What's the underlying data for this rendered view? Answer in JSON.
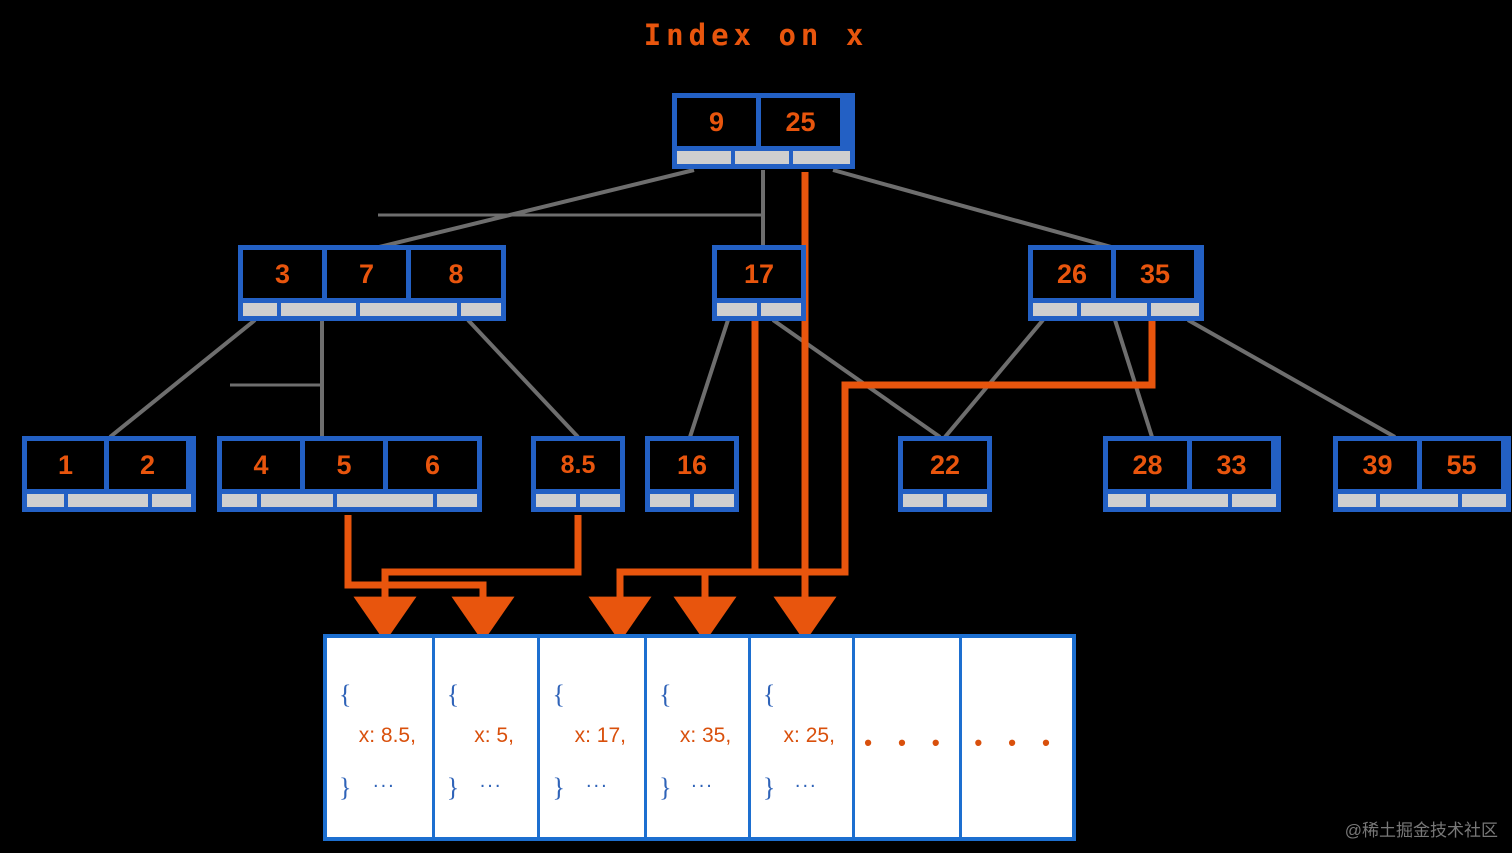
{
  "title": "Index on x",
  "colors": {
    "background": "#000000",
    "node_fill": "#2360c4",
    "key_text": "#e8550d",
    "pointer_slot": "#cfcfcf",
    "edge": "#6e6e6e",
    "highlight": "#e8550d",
    "doc_border": "#1d6fd0",
    "doc_fill": "#ffffff",
    "doc_value": "#d9500c",
    "doc_brace": "#2f63b8"
  },
  "tree": {
    "root": {
      "id": "root",
      "keys": [
        "9",
        "25"
      ],
      "pointers": 3
    },
    "level2": [
      {
        "id": "n-3-7-8",
        "keys": [
          "3",
          "7",
          "8"
        ],
        "pointers": 4
      },
      {
        "id": "n-17",
        "keys": [
          "17"
        ],
        "pointers": 2
      },
      {
        "id": "n-26-35",
        "keys": [
          "26",
          "35"
        ],
        "pointers": 3
      }
    ],
    "leaves": [
      {
        "id": "leaf-1-2",
        "keys": [
          "1",
          "2"
        ],
        "pointers": 3
      },
      {
        "id": "leaf-4-5-6",
        "keys": [
          "4",
          "5",
          "6"
        ],
        "pointers": 4
      },
      {
        "id": "leaf-85",
        "keys": [
          "8.5"
        ],
        "pointers": 2
      },
      {
        "id": "leaf-16",
        "keys": [
          "16"
        ],
        "pointers": 2
      },
      {
        "id": "leaf-22",
        "keys": [
          "22"
        ],
        "pointers": 2
      },
      {
        "id": "leaf-28-33",
        "keys": [
          "28",
          "33"
        ],
        "pointers": 3
      },
      {
        "id": "leaf-39-55",
        "keys": [
          "39",
          "55"
        ],
        "pointers": 3
      }
    ]
  },
  "documents": [
    {
      "id": "doc-85",
      "brace_open": "{",
      "value": "x: 8.5,",
      "dots": "...",
      "brace_close": "}"
    },
    {
      "id": "doc-5",
      "brace_open": "{",
      "value": "x: 5,",
      "dots": "...",
      "brace_close": "}"
    },
    {
      "id": "doc-17",
      "brace_open": "{",
      "value": "x: 17,",
      "dots": "...",
      "brace_close": "}"
    },
    {
      "id": "doc-35",
      "brace_open": "{",
      "value": "x: 35,",
      "dots": "...",
      "brace_close": "}"
    },
    {
      "id": "doc-25",
      "brace_open": "{",
      "value": "x: 25,",
      "dots": "...",
      "brace_close": "}"
    },
    {
      "id": "doc-more-1",
      "ellipsis": "• • •"
    },
    {
      "id": "doc-more-2",
      "ellipsis": "• • •"
    }
  ],
  "watermark": "@稀土掘金技术社区"
}
